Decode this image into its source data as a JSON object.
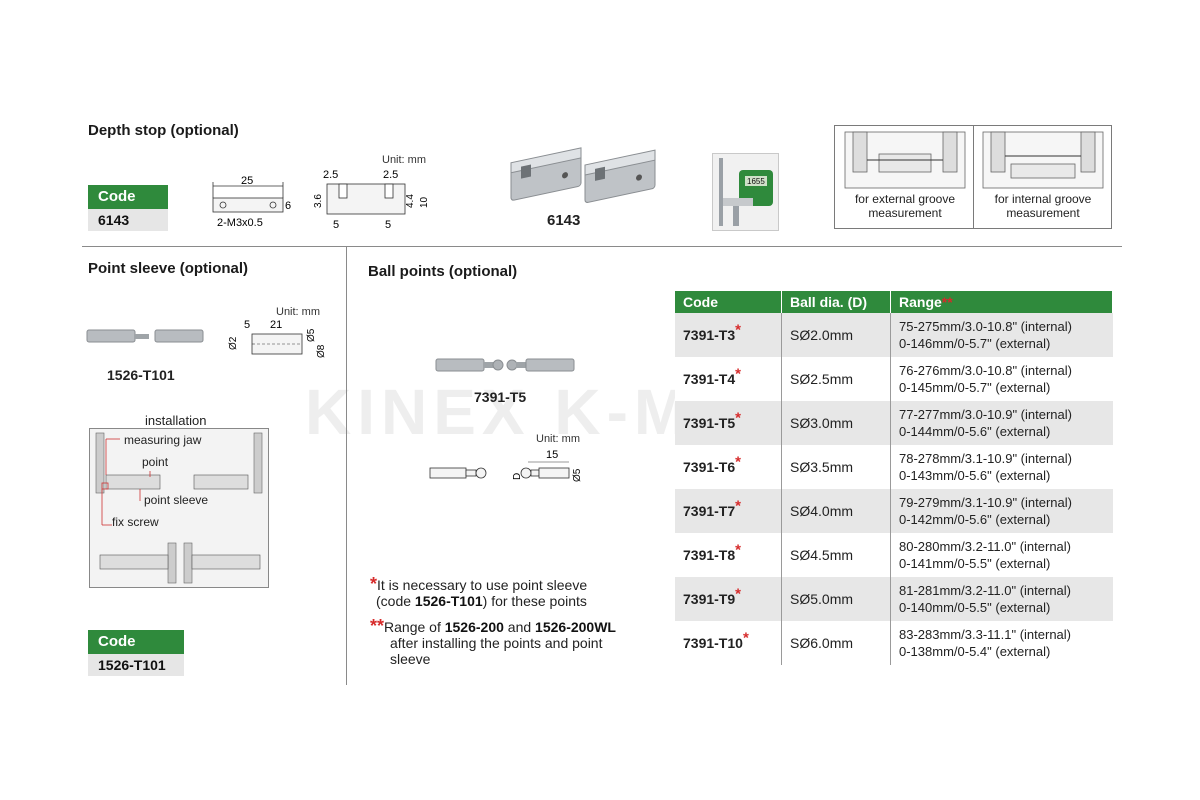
{
  "depth_stop": {
    "title": "Depth stop (optional)",
    "code_label": "Code",
    "code_value": "6143",
    "unit": "Unit: mm",
    "dims_top": [
      "25",
      "6",
      "2-M3x0.5"
    ],
    "dims_side": [
      "2.5",
      "2.5",
      "3.6",
      "4.4",
      "10",
      "5",
      "5"
    ],
    "photo_label": "6143",
    "ext_caption": "for external groove measurement",
    "int_caption": "for internal groove measurement",
    "caliper_display": "1655"
  },
  "point_sleeve": {
    "title": "Point sleeve (optional)",
    "unit": "Unit: mm",
    "dims": [
      "5",
      "21",
      "Ø2",
      "Ø5",
      "Ø8"
    ],
    "part_label": "1526-T101",
    "install_title": "installation",
    "callouts": [
      "measuring jaw",
      "point",
      "point sleeve",
      "fix screw"
    ],
    "code_label": "Code",
    "code_value": "1526-T101"
  },
  "ball_points": {
    "title": "Ball points (optional)",
    "part_label": "7391-T5",
    "unit": "Unit: mm",
    "dims": [
      "15",
      "D",
      "Ø5"
    ],
    "table": {
      "headers": [
        "Code",
        "Ball dia. (D)",
        "Range"
      ],
      "range_mark": "**",
      "row_mark": "*",
      "rows": [
        {
          "code": "7391-T3",
          "dia": "SØ2.0mm",
          "internal": "75-275mm/3.0-10.8\" (internal)",
          "external": "0-146mm/0-5.7\" (external)"
        },
        {
          "code": "7391-T4",
          "dia": "SØ2.5mm",
          "internal": "76-276mm/3.0-10.8\" (internal)",
          "external": "0-145mm/0-5.7\" (external)"
        },
        {
          "code": "7391-T5",
          "dia": "SØ3.0mm",
          "internal": "77-277mm/3.0-10.9\" (internal)",
          "external": "0-144mm/0-5.6\" (external)"
        },
        {
          "code": "7391-T6",
          "dia": "SØ3.5mm",
          "internal": "78-278mm/3.1-10.9\" (internal)",
          "external": "0-143mm/0-5.6\" (external)"
        },
        {
          "code": "7391-T7",
          "dia": "SØ4.0mm",
          "internal": "79-279mm/3.1-10.9\" (internal)",
          "external": "0-142mm/0-5.6\" (external)"
        },
        {
          "code": "7391-T8",
          "dia": "SØ4.5mm",
          "internal": "80-280mm/3.2-11.0\" (internal)",
          "external": "0-141mm/0-5.5\" (external)"
        },
        {
          "code": "7391-T9",
          "dia": "SØ5.0mm",
          "internal": "81-281mm/3.2-11.0\" (internal)",
          "external": "0-140mm/0-5.5\" (external)"
        },
        {
          "code": "7391-T10",
          "dia": "SØ6.0mm",
          "internal": "83-283mm/3.3-11.1\" (internal)",
          "external": "0-138mm/0-5.4\" (external)"
        }
      ]
    },
    "note1": {
      "mark": "*",
      "line1": "It is necessary to use point sleeve",
      "pre": "(code ",
      "code": "1526-T101",
      "post": ") for these points"
    },
    "note2": {
      "mark": "**",
      "pre": "Range of ",
      "a": "1526-200",
      "mid": " and ",
      "b": "1526-200WL",
      "line2": "after installing the points and point",
      "line3": "sleeve"
    }
  },
  "watermark": "KINEX K-MET"
}
